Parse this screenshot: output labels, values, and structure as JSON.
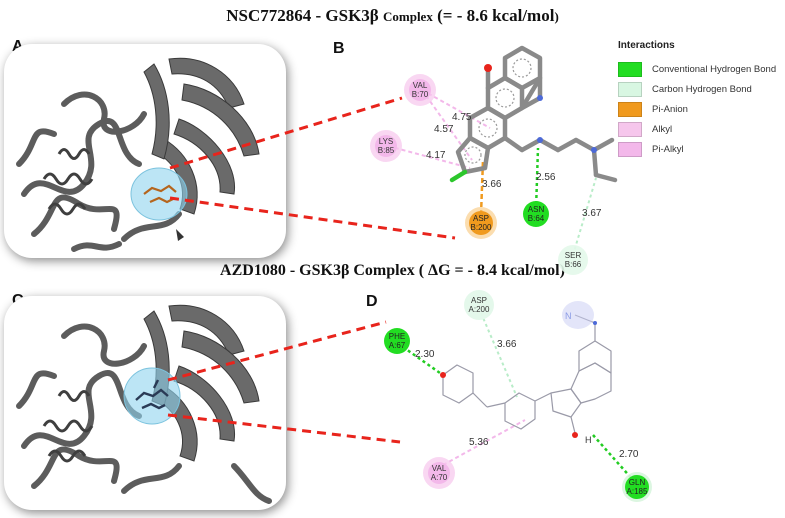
{
  "titles": {
    "top_main": "NSC772864 - GSK3β",
    "top_complex": "Complex",
    "top_energy": "(= - 8.6 kcal/mol",
    "top_paren": ")",
    "bottom": "AZD1080 - GSK3β Complex ( ΔG = - 8.4 kcal/mol)"
  },
  "panel_letters": {
    "a": "A",
    "b": "B",
    "c": "C",
    "d": "D"
  },
  "legend": {
    "title": "Interactions",
    "items": [
      {
        "label": "Conventional Hydrogen Bond",
        "color": "#22dd22"
      },
      {
        "label": "Carbon Hydrogen Bond",
        "color": "#d8f7e2"
      },
      {
        "label": "Pi-Anion",
        "color": "#f09a1e"
      },
      {
        "label": "Alkyl",
        "color": "#f6c6ec"
      },
      {
        "label": "Pi-Alkyl",
        "color": "#f3b8ea"
      }
    ]
  },
  "diagram_b": {
    "residues": [
      {
        "id": "val70",
        "line1": "VAL",
        "line2": "B:70"
      },
      {
        "id": "lys85",
        "line1": "LYS",
        "line2": "B:85"
      },
      {
        "id": "asp200",
        "line1": "ASP",
        "line2": "B:200"
      },
      {
        "id": "asn64",
        "line1": "ASN",
        "line2": "B:64"
      },
      {
        "id": "ser66",
        "line1": "SER",
        "line2": "B:66"
      }
    ],
    "distances": [
      "4.75",
      "4.57",
      "4.17",
      "3.66",
      "2.56",
      "3.67"
    ]
  },
  "diagram_d": {
    "residues": [
      {
        "id": "phe67",
        "line1": "PHE",
        "line2": "A:67"
      },
      {
        "id": "asp200",
        "line1": "ASP",
        "line2": "A:200"
      },
      {
        "id": "val70",
        "line1": "VAL",
        "line2": "A:70"
      },
      {
        "id": "gln185",
        "line1": "GLN",
        "line2": "A:185"
      }
    ],
    "distances": [
      "2.30",
      "3.66",
      "5.36",
      "2.70"
    ],
    "atom_labels": {
      "hydroxyl_h": "H"
    }
  },
  "colors": {
    "dash_red": "#e8241c",
    "hbond_green": "#22cc22",
    "carbon_hbond": "#b8ecc8",
    "pi_anion": "#f09a1e",
    "alkyl": "#f3b8ea",
    "protein_gray": "#5c5c5c",
    "pocket_blue": "#8fd3ee"
  }
}
